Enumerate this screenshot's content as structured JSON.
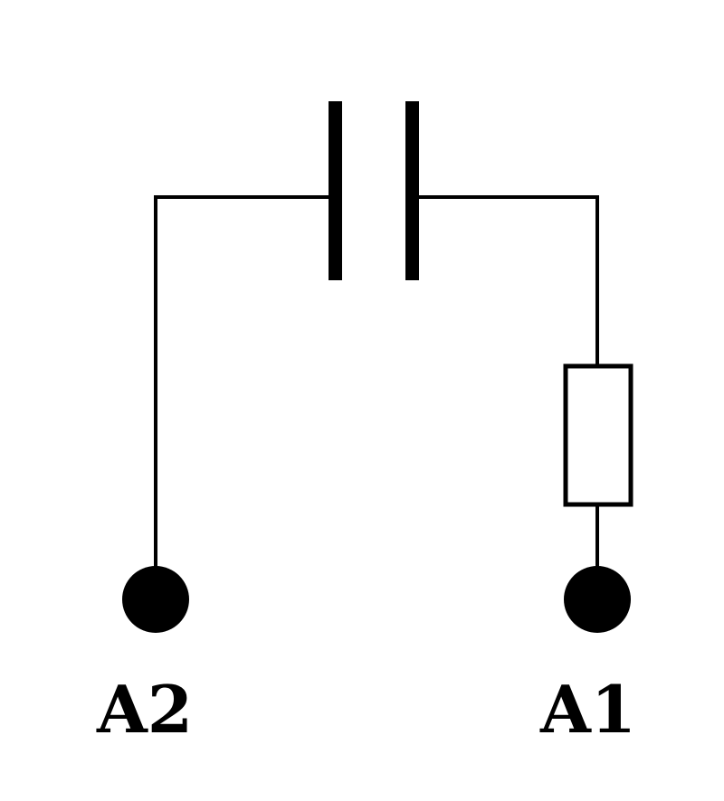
{
  "diagram": {
    "type": "circuit",
    "components": [
      {
        "kind": "capacitor",
        "name": "capacitor"
      },
      {
        "kind": "resistor",
        "name": "resistor"
      }
    ],
    "terminals": [
      {
        "id": "a2",
        "label": "A2"
      },
      {
        "id": "a1",
        "label": "A1"
      }
    ],
    "colors": {
      "stroke": "#000000",
      "background": "#ffffff"
    }
  }
}
